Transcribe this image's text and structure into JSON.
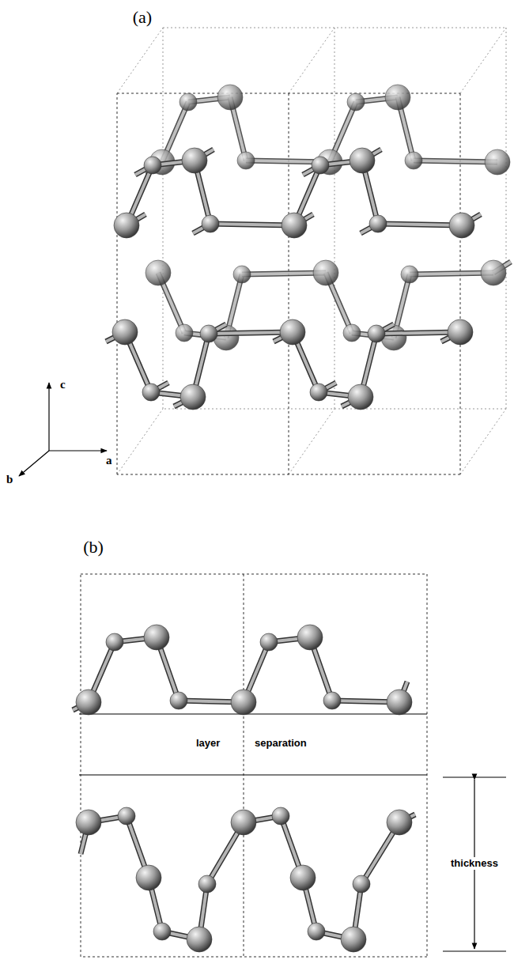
{
  "diagram": {
    "labels": [
      "(a)",
      "c",
      "b",
      "a",
      "(b)",
      "layer",
      "separation",
      "thickness"
    ]
  }
}
